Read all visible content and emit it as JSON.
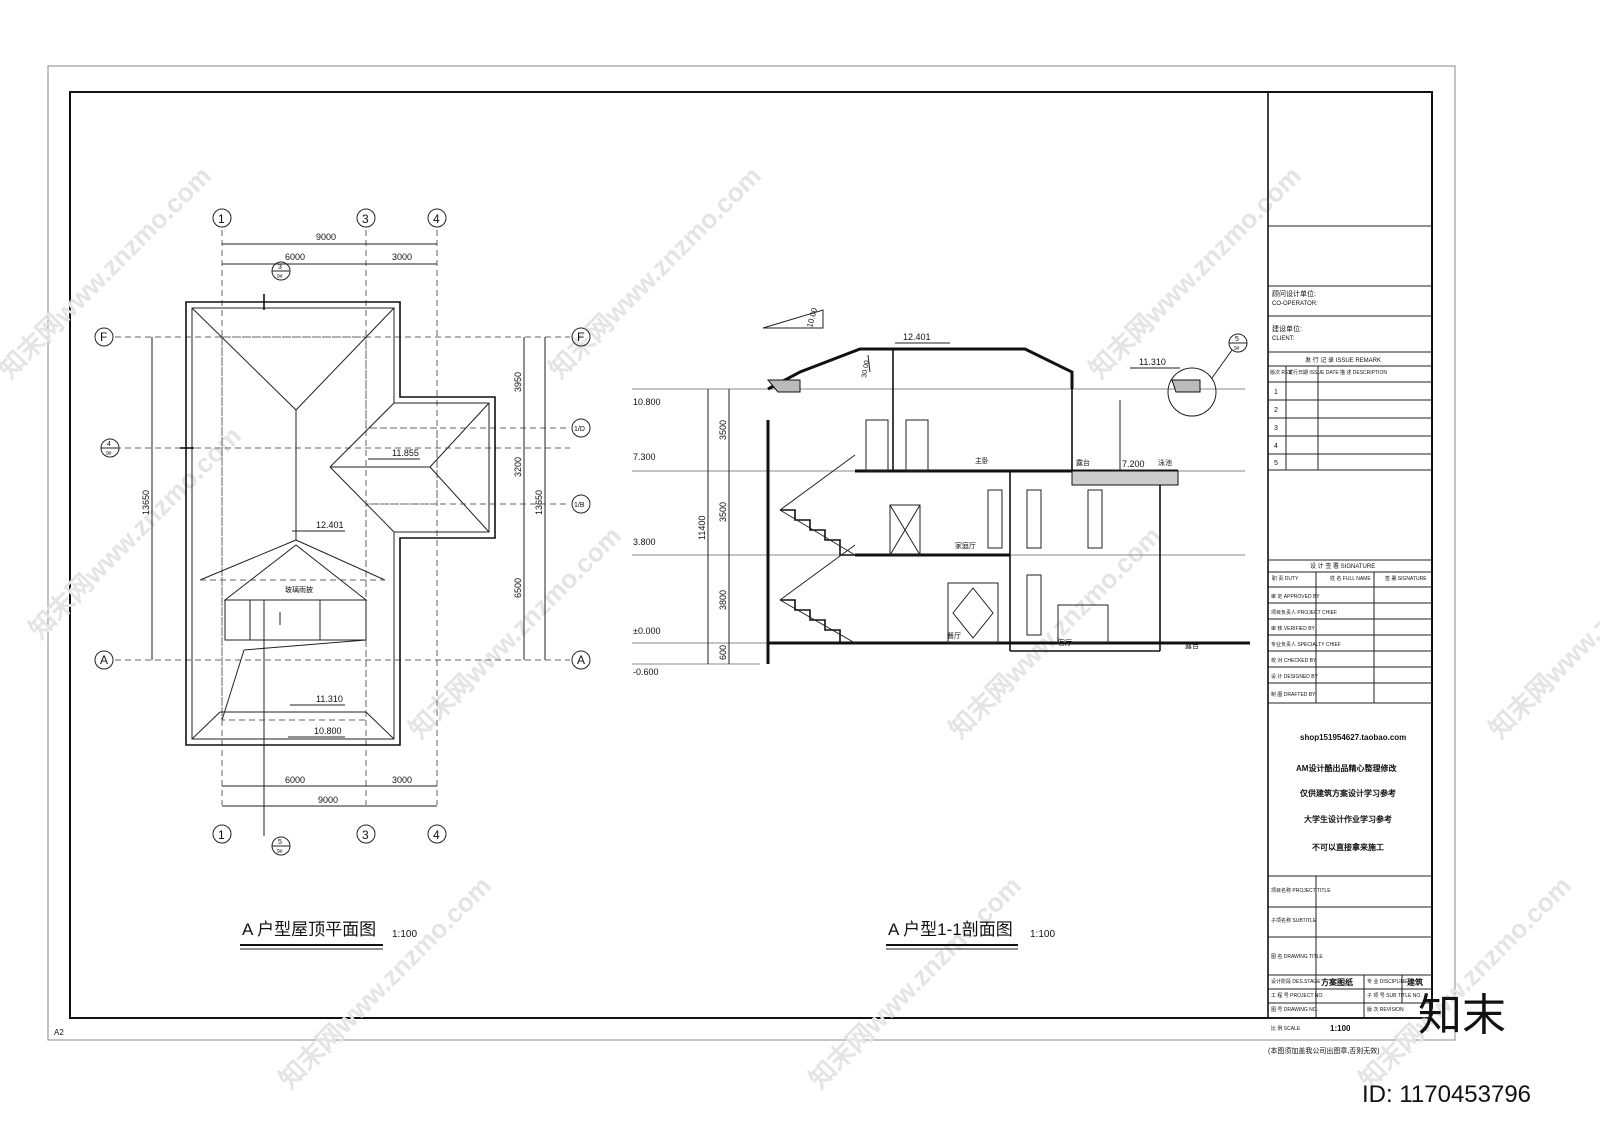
{
  "sheet": {
    "size_label": "A2"
  },
  "plan": {
    "title": "A 户型屋顶平面图",
    "scale": "1:100",
    "axes_top": [
      "1",
      "3",
      "4"
    ],
    "axes_side": [
      "F",
      "4",
      "A"
    ],
    "sub_axes": [
      "1/D",
      "1/B"
    ],
    "dims_top": [
      "9000",
      "6000",
      "3000"
    ],
    "dims_bottom": [
      "6000",
      "3000",
      "9000"
    ],
    "dims_right": [
      "3950",
      "3200",
      "6500",
      "13650"
    ],
    "dim_left": "13650",
    "levels": [
      "11.855",
      "12.401",
      "11.310",
      "10.800"
    ],
    "glass_label": "玻璃雨披",
    "section_marks": [
      {
        "num": "3",
        "sheet": "9#"
      },
      {
        "num": "4",
        "sheet": "9#"
      },
      {
        "num": "5",
        "sheet": "9#"
      }
    ]
  },
  "section": {
    "title": "A 户型1-1剖面图",
    "scale": "1:100",
    "slope": "10.00",
    "roof_slope": "30.00",
    "top_level": "12.401",
    "eave_level": "11.310",
    "detail_mark": {
      "num": "5",
      "sheet": "9#"
    },
    "levels": [
      "10.800",
      "7.300",
      "3.800",
      "±0.000",
      "-0.600"
    ],
    "dims": [
      "3500",
      "3500",
      "3800",
      "600",
      "11400"
    ],
    "terrace_level": "7.200",
    "rooms": [
      "主卧",
      "露台",
      "泳池",
      "家庭厅",
      "餐厅",
      "客厅",
      "露台"
    ]
  },
  "title_block": {
    "consultant_cn": "顾问设计单位:",
    "consultant_en": "CO-OPERATOR:",
    "client_cn": "建设单位:",
    "client_en": "CLIENT:",
    "issue_header": "发 行 记 录    ISSUE REMARK",
    "issue_cols": [
      "版次 REV.",
      "发行日期 ISSUE DATE",
      "描 述 DESCRIPTION"
    ],
    "issue_rows": [
      "1",
      "2",
      "3",
      "4",
      "5"
    ],
    "sign_header": "设 计 签 署   SIGNATURE",
    "sign_cols": [
      "职 责 DUTY",
      "姓 名 FULL NAME",
      "签 署 SIGNATURE"
    ],
    "duties": [
      "审 定 APPROVED BY",
      "项目负责人 PROJECT CHIEF",
      "审 核 VERIFIED BY",
      "专业负责人 SPECIALTY CHIEF",
      "校 对 CHECKED BY",
      "设 计 DESIGNED BY",
      "制 图 DRAFTED BY"
    ],
    "notes": [
      "shop151954627.taobao.com",
      "AM设计酷出品精心整理修改",
      "仅供建筑方案设计学习参考",
      "大学生设计作业学习参考",
      "不可以直接拿来施工"
    ],
    "project_title": "项目名称 PROJECT TITLE",
    "subtitle": "子项名称 SUBTITLE",
    "drawing_title": "图 名 DRAWING TITLE",
    "design_stage": "设计阶段 DES.STAGE",
    "stage_value": "方案图纸",
    "discipline": "专 业 DISCIPLINE",
    "discipline_value": "建筑",
    "project_no": "工 程 号 PROJECT NO.",
    "sub_title_no": "子 项 号 SUB TITLE NO.",
    "drawing_no": "图 号 DRAWING NO.",
    "revision": "版 次 REVISION",
    "scale_label": "比 例 SCALE",
    "scale_value": "1:100",
    "footnote": "(本图须加盖我公司出图章,否则无效)"
  },
  "watermark": {
    "text": "知末网www.znzmo.com",
    "logo": "知末",
    "id": "ID: 1170453796"
  }
}
